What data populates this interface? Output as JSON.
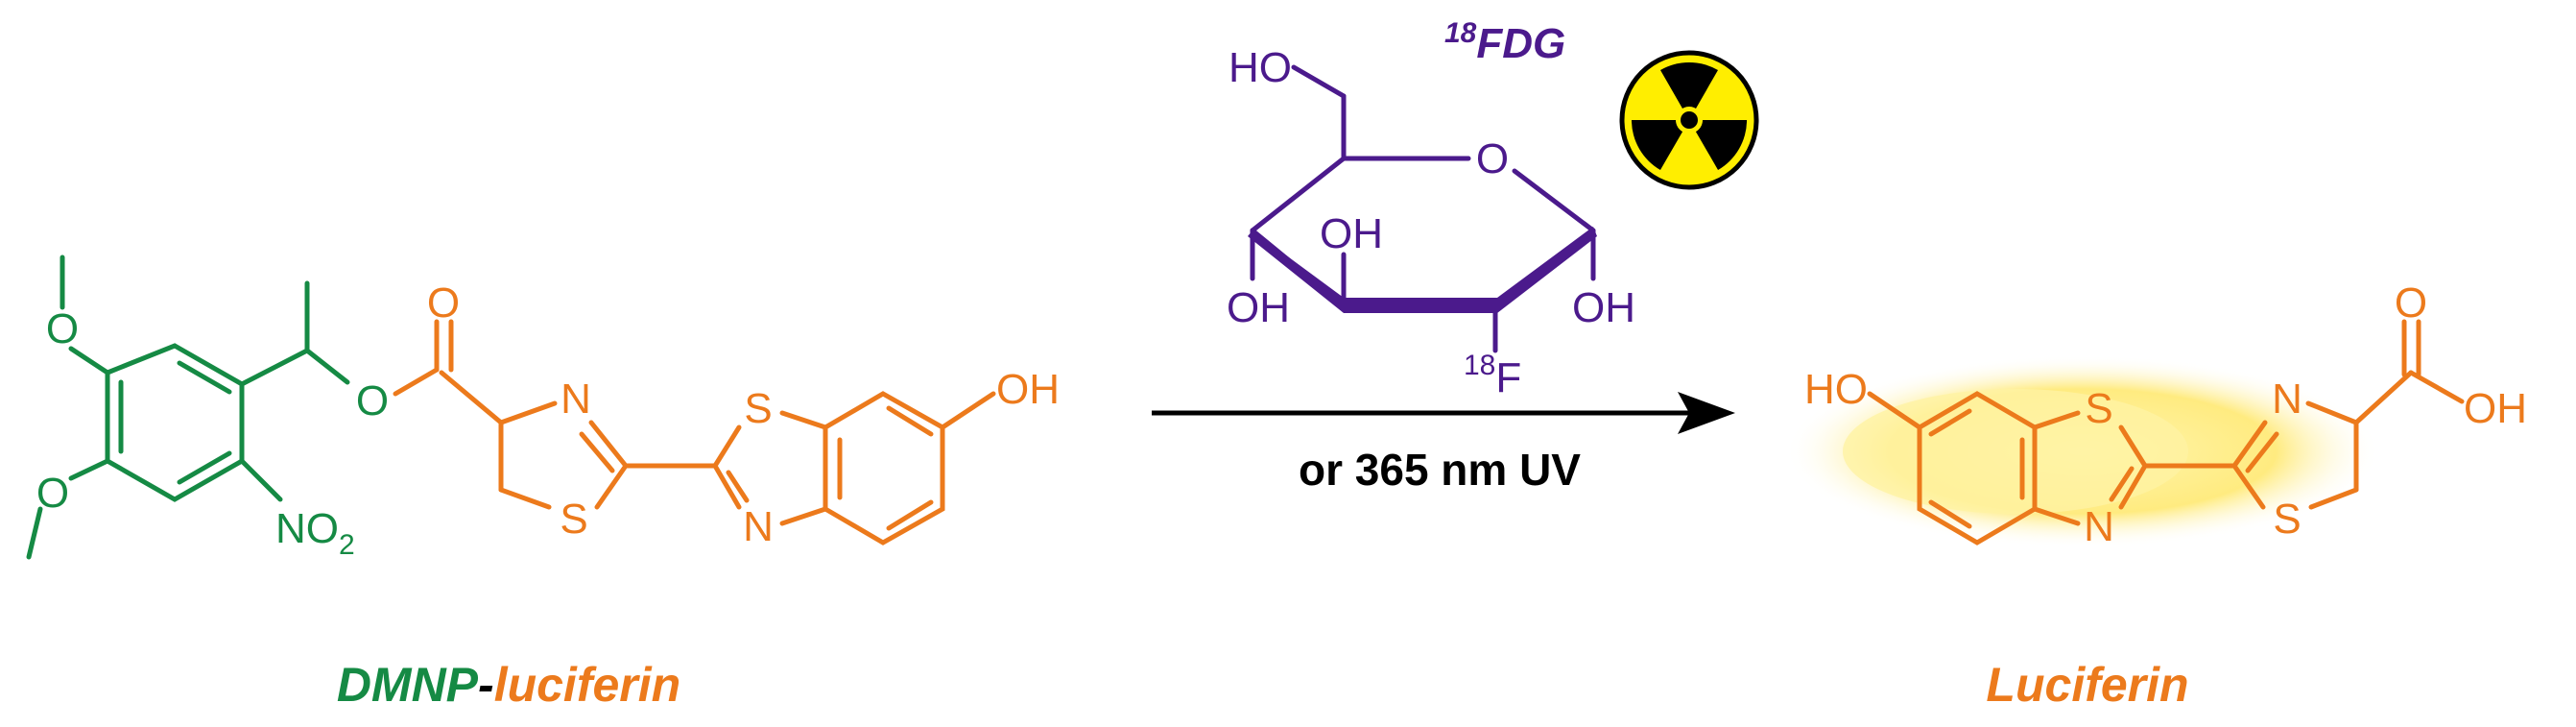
{
  "colors": {
    "green": "#158a44",
    "orange": "#ec7a1c",
    "purple": "#4b1a8c",
    "black": "#000000",
    "hazard_yellow": "#ffee00",
    "glow": "#fff1a0"
  },
  "reactant": {
    "caption_part1": "DMNP",
    "caption_dash": "-",
    "caption_part2": "luciferin",
    "atoms": {
      "o_top": "O",
      "o_mid": "O",
      "o_ester": "O",
      "o_carbonyl": "O",
      "no2": "NO",
      "no2_sub": "2",
      "n_thiazoline": "N",
      "s_thiazoline": "S",
      "s_benzo": "S",
      "n_benzo": "N",
      "oh": "OH"
    }
  },
  "reagent": {
    "label_sup": "18",
    "label_main": "FDG",
    "atoms": {
      "ho": "HO",
      "o_ring": "O",
      "oh_ring": "OH",
      "oh_left": "OH",
      "oh_right": "OH",
      "f_sup": "18",
      "f": "F"
    },
    "icon": "radiation-hazard-icon"
  },
  "arrow": {
    "condition": "or 365 nm UV"
  },
  "product": {
    "caption": "Luciferin",
    "atoms": {
      "ho": "HO",
      "s_benzo": "S",
      "n_benzo": "N",
      "n_thiazoline": "N",
      "s_thiazoline": "S",
      "o_carbonyl": "O",
      "oh": "OH"
    }
  }
}
